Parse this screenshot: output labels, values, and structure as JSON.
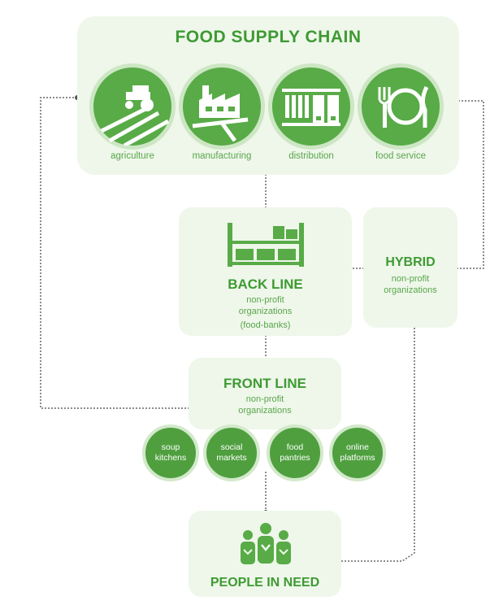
{
  "supply_chain": {
    "title": "FOOD SUPPLY CHAIN",
    "stages": [
      "agriculture",
      "manufacturing",
      "distribution",
      "food service"
    ]
  },
  "back_line": {
    "title": "BACK LINE",
    "subtitle": "non-profit\norganizations",
    "note": "(food-banks)"
  },
  "hybrid": {
    "title": "HYBRID",
    "subtitle": "non-profit\norganizations"
  },
  "front_line": {
    "title": "FRONT LINE",
    "subtitle": "non-profit\norganizations",
    "channels": [
      "soup\nkitchens",
      "social\nmarkets",
      "food\npantries",
      "online\nplatforms"
    ]
  },
  "people": {
    "title": "PEOPLE IN NEED"
  },
  "colors": {
    "primary_green": "#58ab47",
    "panel_bg": "#eef7ea",
    "connector": "#555555"
  }
}
